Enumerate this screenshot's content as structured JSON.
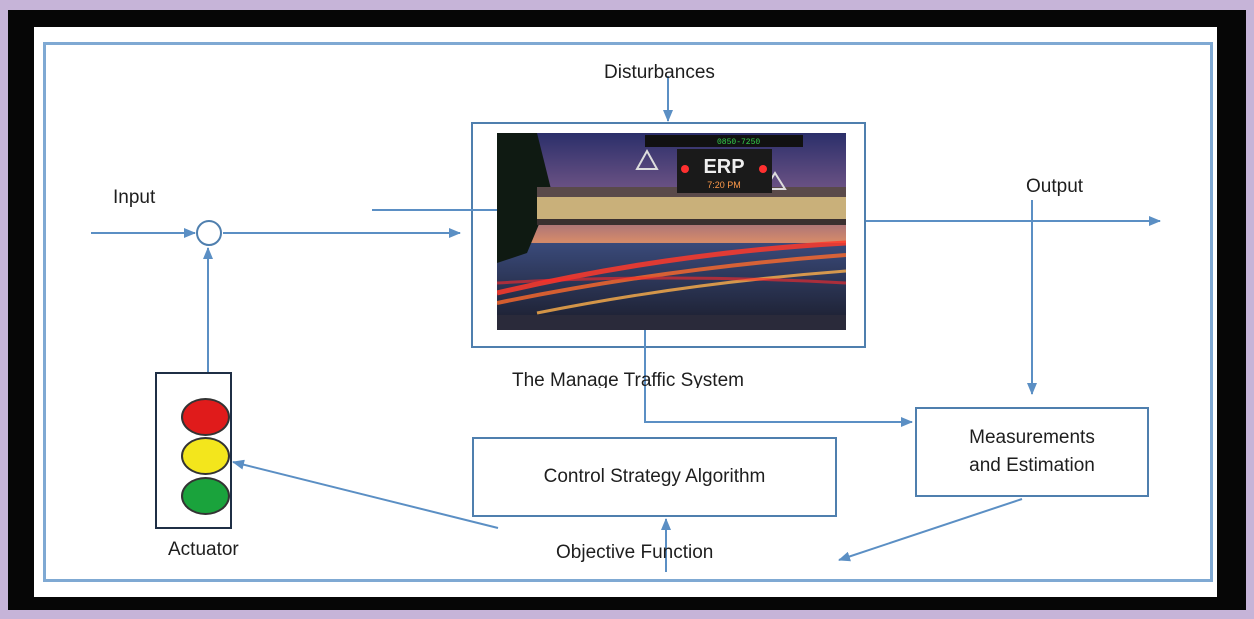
{
  "labels": {
    "disturbances": "Disturbances",
    "input": "Input",
    "output": "Output",
    "system": "The Manage Traffic System",
    "measurements": "Measurements and Estimation",
    "control": "Control Strategy Algorithm",
    "objective": "Objective Function",
    "actuator": "Actuator"
  },
  "photo": {
    "sign": "ERP",
    "time": "7:20 PM",
    "band": "0850-7250"
  },
  "colors": {
    "arrow": "#5b8fc4",
    "box_border": "#4f7fae",
    "lamp_red": "#e01b1b",
    "lamp_yellow": "#f3e61c",
    "lamp_green": "#1aa33c"
  }
}
